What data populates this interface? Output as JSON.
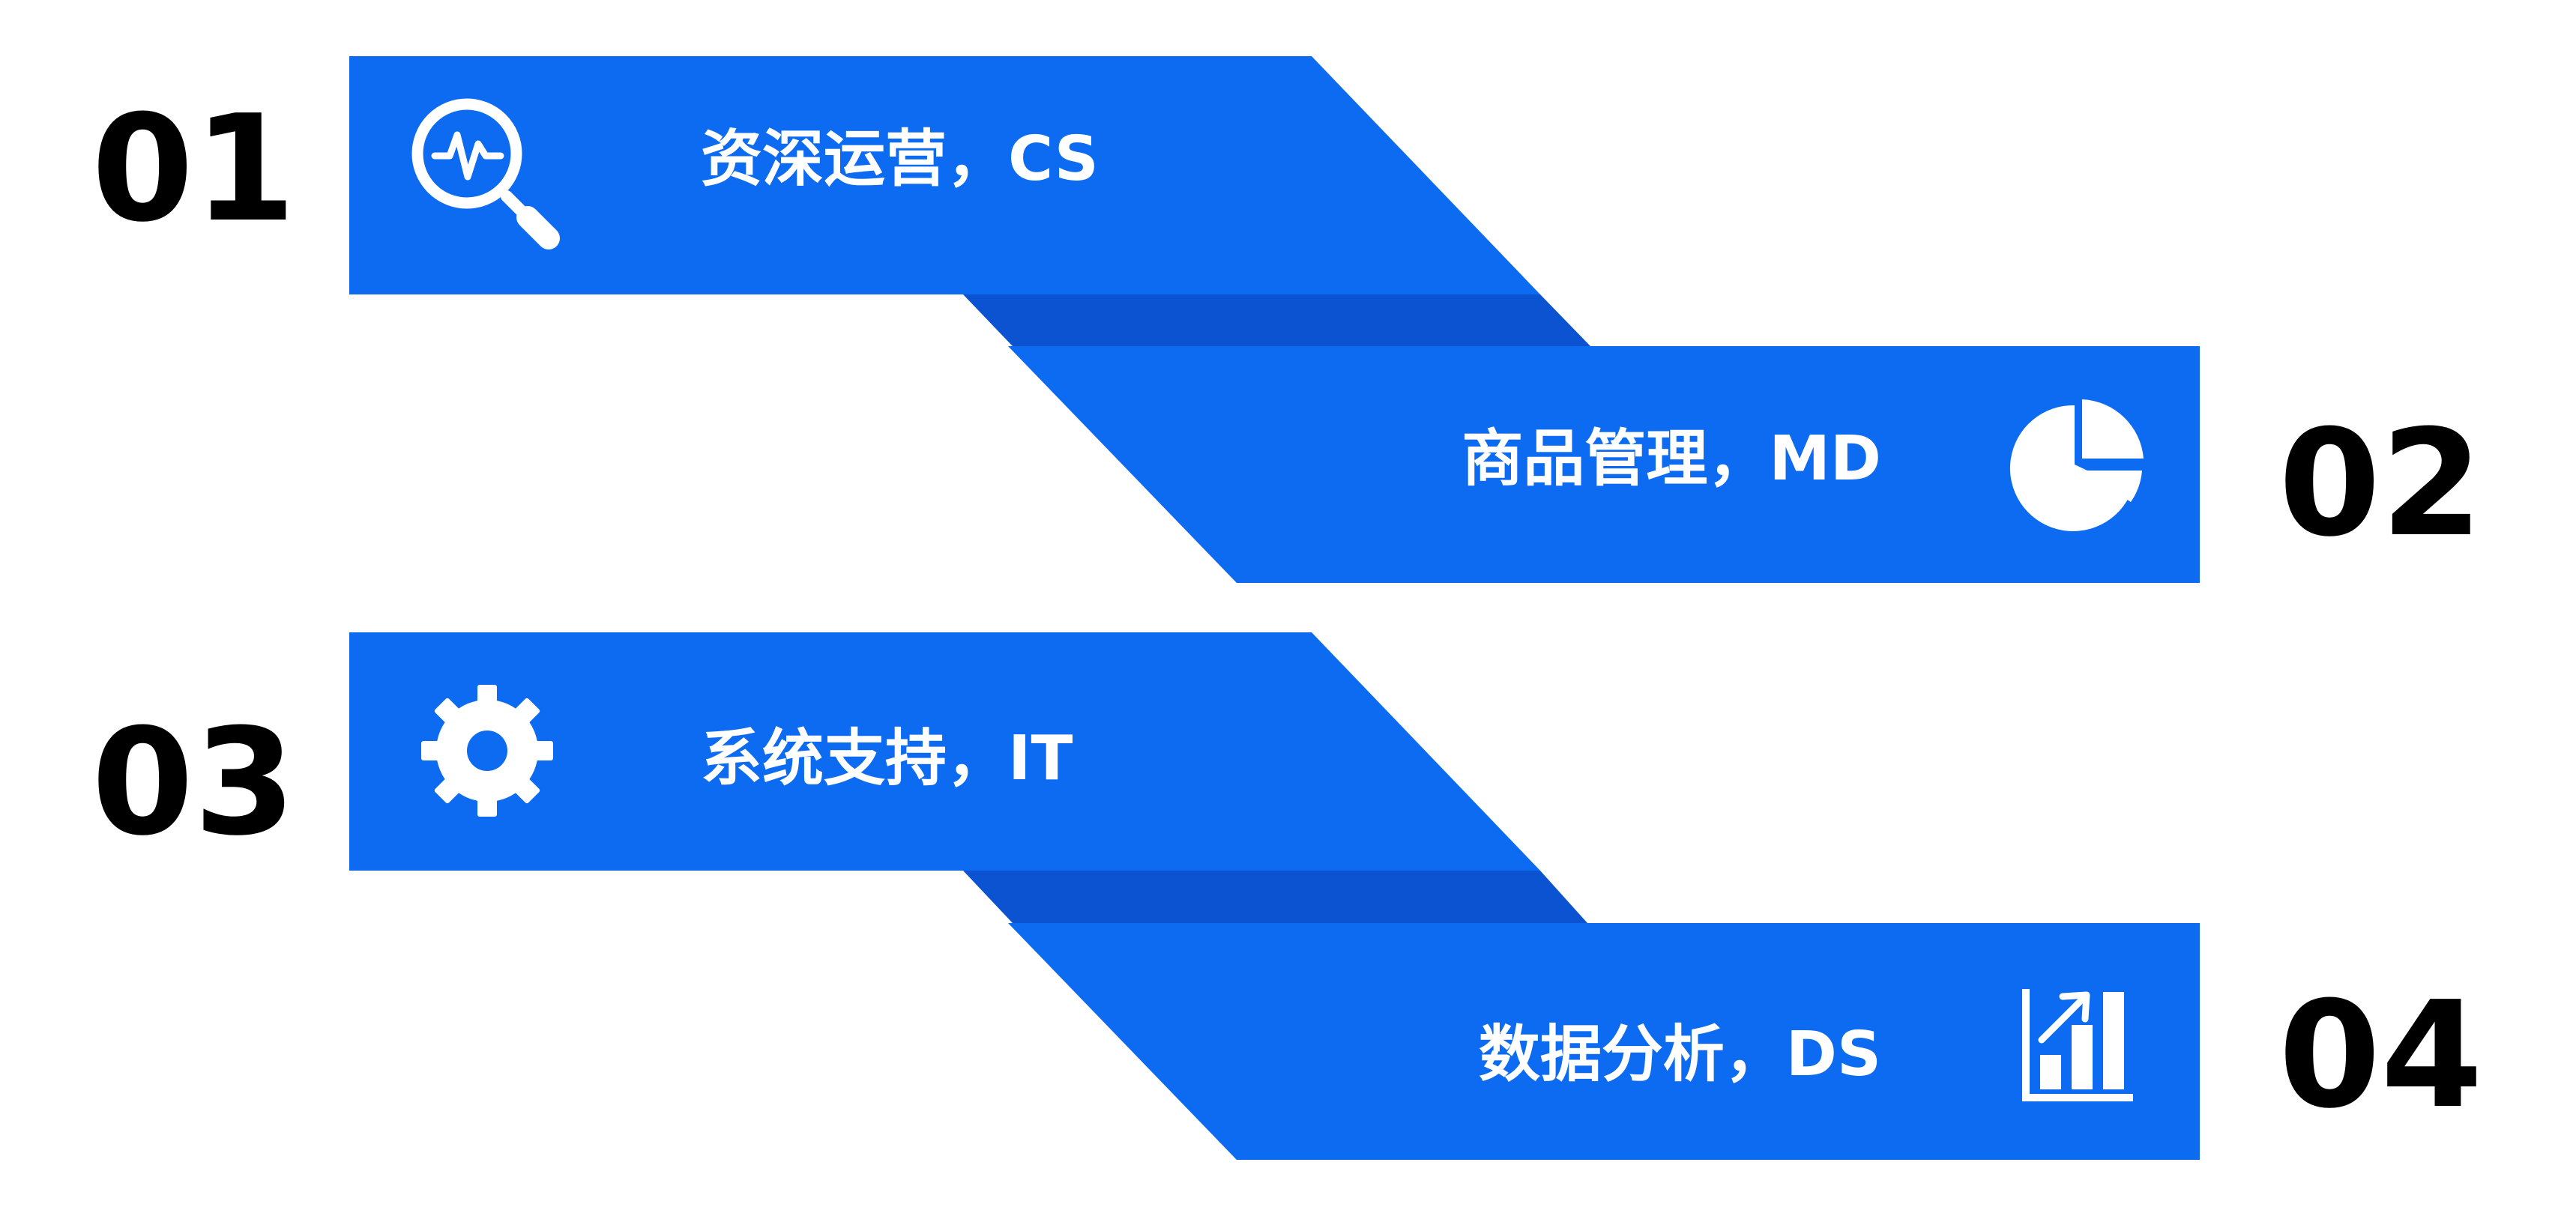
{
  "colors": {
    "band": "#0D6BF2",
    "fold": "#0B53D0",
    "number": "#000000",
    "label": "#FFFFFF",
    "background": "#FFFFFF"
  },
  "steps": [
    {
      "number": "01",
      "label": "资深运营，CS",
      "icon": "search-pulse-icon"
    },
    {
      "number": "02",
      "label": "商品管理，MD",
      "icon": "pie-chart-icon"
    },
    {
      "number": "03",
      "label": "系统支持，IT",
      "icon": "gear-icon"
    },
    {
      "number": "04",
      "label": "数据分析，DS",
      "icon": "bar-chart-growth-icon"
    }
  ]
}
